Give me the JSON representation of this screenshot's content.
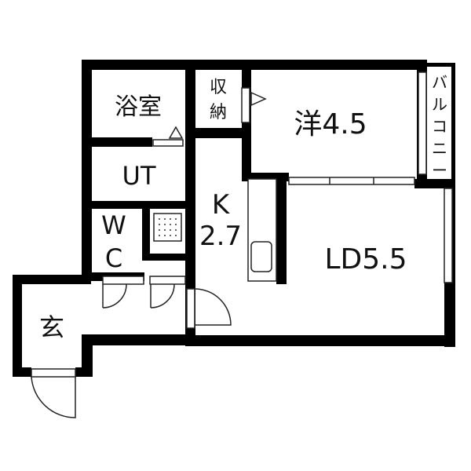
{
  "floorplan": {
    "rooms": {
      "bath": "浴室",
      "storage_line1": "収",
      "storage_line2": "納",
      "western_room": "洋4.5",
      "balcony_chars": [
        "バ",
        "ル",
        "コ",
        "ニ",
        "ー"
      ],
      "utility": "UT",
      "kitchen_line1": "K",
      "kitchen_line2": "2.7",
      "wc_line1": "W",
      "wc_line2": "C",
      "living_dining": "LD5.5",
      "entrance": "玄"
    },
    "colors": {
      "wall": "#000000",
      "line": "#222222",
      "background": "#ffffff"
    }
  }
}
